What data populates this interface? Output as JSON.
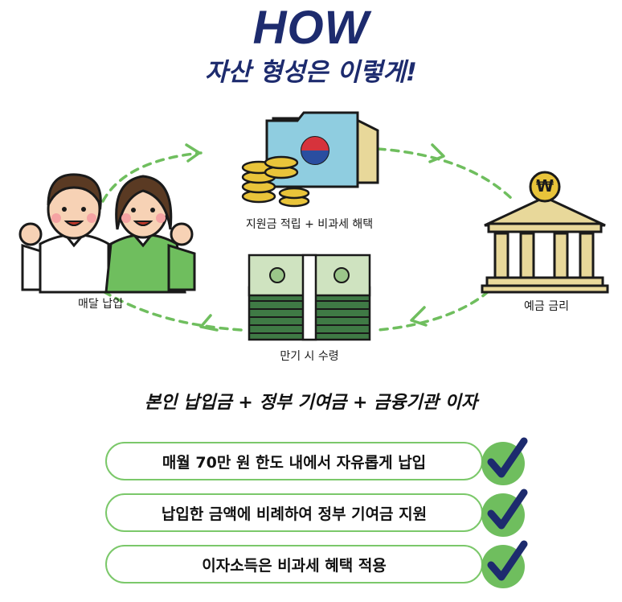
{
  "header": {
    "title": "HOW",
    "subtitle": "자산 형성은 이렇게!"
  },
  "diagram": {
    "monthly_payment": "매달 납입",
    "support": "지원금 적립 + 비과세 해택",
    "interest": "예금 금리",
    "maturity": "만기 시 수령",
    "coin_symbol": "₩"
  },
  "formula": "본인 납입금 + 정부 기여금 + 금융기관 이자",
  "benefits": [
    {
      "text": "매월 70만 원 한도 내에서 자유롭게 납입",
      "icon": "check-icon"
    },
    {
      "text": "납입한 금액에 비례하여 정부 기여금 지원",
      "icon": "check-icon"
    },
    {
      "text": "이자소득은 비과세 혜택 적용",
      "icon": "check-icon"
    }
  ],
  "colors": {
    "title": "#1d2b6e",
    "accent_green": "#7bc86a",
    "check_circle": "#6fbe5e",
    "check_mark": "#1d2b6e",
    "dashed_arrow": "#6fbe5e",
    "bank_gold": "#e8d89a"
  }
}
